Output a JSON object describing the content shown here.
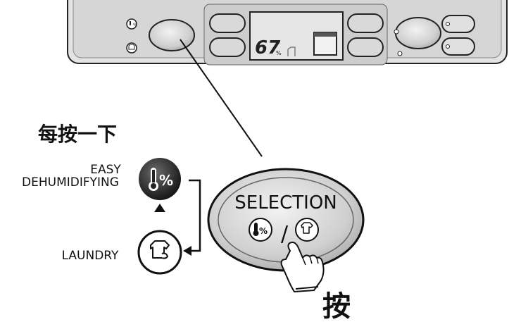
{
  "panel": {
    "display_humidity": "67",
    "display_unit": "%"
  },
  "instruction": {
    "each_press": "每按一下",
    "press": "按"
  },
  "modes": [
    {
      "label_line1": "EASY",
      "label_line2": "DEHUMIDIFYING",
      "icon": "thermometer-percent-icon"
    },
    {
      "label_line1": "LAUNDRY",
      "label_line2": "",
      "icon": "shirt-icon"
    }
  ],
  "selection_button": {
    "label": "SELECTION",
    "separator": "/"
  },
  "colors": {
    "panel_fill": "#dcdcdc",
    "button_gray": "#c8c8c8",
    "stroke": "#111111"
  }
}
